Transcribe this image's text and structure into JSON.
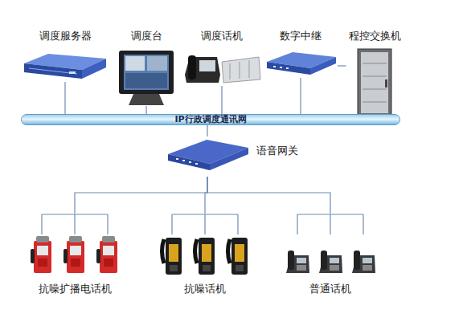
{
  "diagram": {
    "nodes": [
      {
        "text": [
          "调度服务器"
        ]
      },
      {
        "text": [
          "调度台"
        ]
      },
      {
        "text": [
          "调度话机"
        ]
      },
      {
        "text": [
          "数字中继"
        ]
      },
      {
        "text": [
          "程控交换机"
        ]
      },
      {
        "text": [
          "IP行政调度通讯网"
        ]
      },
      {
        "text": [
          "语音网关"
        ]
      },
      {
        "text": [
          "抗噪扩播电话机"
        ]
      },
      {
        "text": [
          "抗噪话机"
        ]
      },
      {
        "text": [
          "普通话机"
        ]
      }
    ],
    "edges": [
      {
        "from": 0,
        "to": 5,
        "arrow": "none"
      },
      {
        "from": 1,
        "to": 5,
        "arrow": "none"
      },
      {
        "from": 2,
        "to": 5,
        "arrow": "none"
      },
      {
        "from": 3,
        "to": 5,
        "arrow": "none"
      },
      {
        "from": 4,
        "to": 3,
        "arrow": "none"
      },
      {
        "from": 5,
        "to": 6,
        "arrow": "none"
      },
      {
        "from": 6,
        "to": 7,
        "arrow": "none"
      },
      {
        "from": 6,
        "to": 8,
        "arrow": "none"
      },
      {
        "from": 6,
        "to": 9,
        "arrow": "none"
      }
    ]
  }
}
